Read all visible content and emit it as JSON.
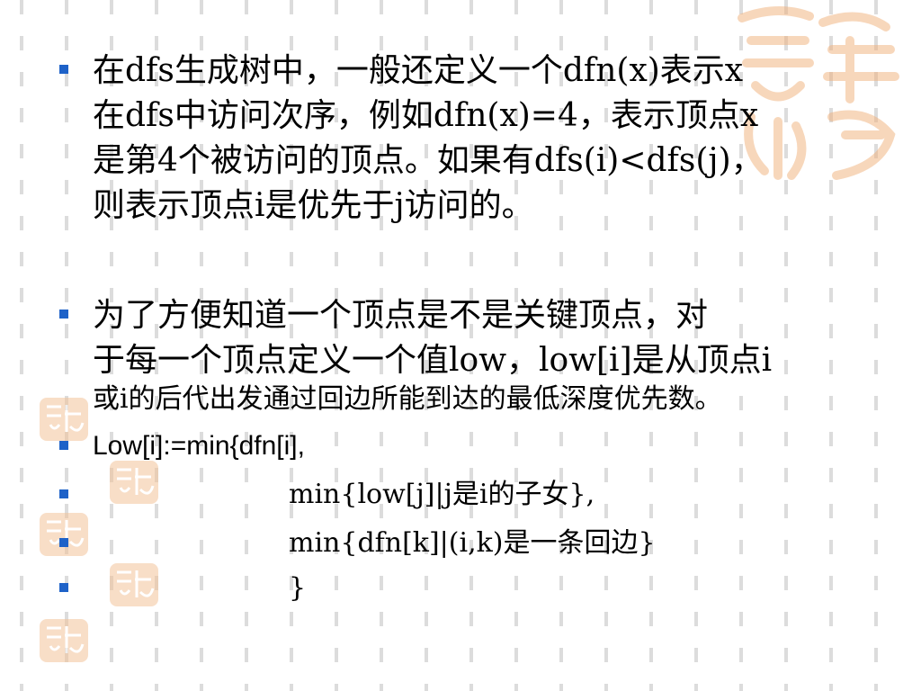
{
  "slide": {
    "paragraphs": [
      {
        "text_lines": [
          "在dfs生成树中，一般还定义一个dfn(x)表示x",
          "在dfs中访问次序，例如dfn(x)=4，表示顶点x",
          "是第4个被访问的顶点。如果有dfs(i)<dfs(j)，",
          "则表示顶点i是优先于j访问的。"
        ]
      },
      {
        "text_lines": [
          "为了方便知道一个顶点是不是关键顶点，对",
          "于每一个顶点定义一个值low，low[i]是从顶点i",
          "或i的后代出发通过回边所能到达的最低深度优先数。"
        ]
      }
    ],
    "formula": {
      "line1": "Low[i]:=min{dfn[i],",
      "line2": "min{low[j]|j是i的子女},",
      "line3": "min{dfn[k]|(i,k)是一条回边}",
      "line4": "}"
    }
  },
  "colors": {
    "bullet": "#1e62c8",
    "seal": "#f0b07a",
    "dashes": "#d9d9d9"
  },
  "icons": {
    "seal": "seal-stamp-icon",
    "bullet": "square-bullet-icon"
  }
}
